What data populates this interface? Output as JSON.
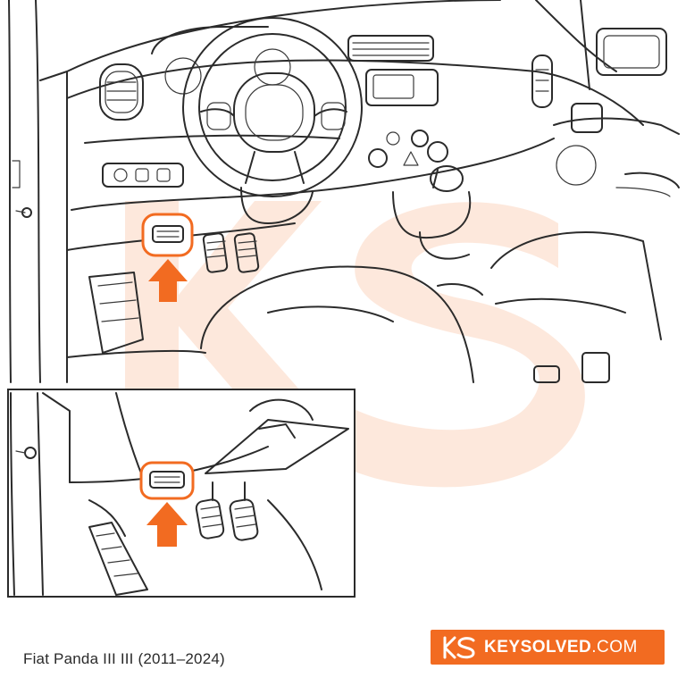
{
  "caption": "Fiat Panda III III (2011–2024)",
  "brand": {
    "name": "KEYSOLVED",
    "tld": ".COM",
    "color": "#f26b21"
  },
  "colors": {
    "accent": "#f26b21",
    "watermark": "#fbe0cf",
    "line": "#2b2b2b"
  },
  "icons": {
    "arrow": "up-arrow-icon",
    "port": "obd-port-icon",
    "logo": "ks-logo-icon"
  }
}
